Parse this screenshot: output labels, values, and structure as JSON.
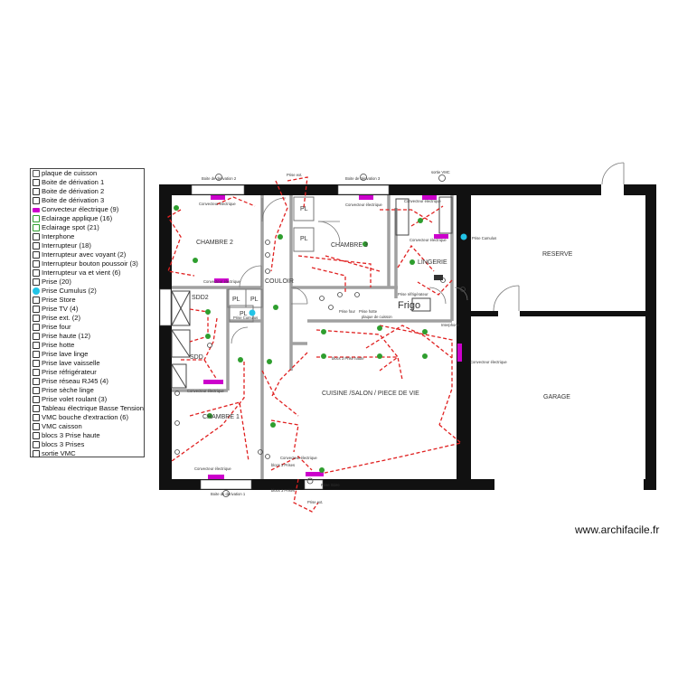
{
  "legend": [
    {
      "label": "plaque de cuisson",
      "icon": "cooktop-icon",
      "color": "#555555"
    },
    {
      "label": "Boite de dérivation 1",
      "icon": "junction-box-icon",
      "color": "#333333"
    },
    {
      "label": "Boite de dérivation 2",
      "icon": "junction-box-icon",
      "color": "#333333"
    },
    {
      "label": "Boite de dérivation 3",
      "icon": "junction-box-icon",
      "color": "#333333"
    },
    {
      "label": "Convecteur électrique (9)",
      "icon": "convector-icon",
      "color": "#cc00cc"
    },
    {
      "label": "Eclairage applique (16)",
      "icon": "wall-light-icon",
      "color": "#2e9e2e"
    },
    {
      "label": "Eclairage spot (21)",
      "icon": "spot-light-icon",
      "color": "#2e9e2e"
    },
    {
      "label": "Interphone",
      "icon": "interphone-icon",
      "color": "#333333"
    },
    {
      "label": "Interrupteur (18)",
      "icon": "switch-icon",
      "color": "#333333"
    },
    {
      "label": "Interrupteur avec voyant (2)",
      "icon": "switch-light-icon",
      "color": "#333333"
    },
    {
      "label": "Interrupteur bouton poussoir (3)",
      "icon": "push-button-icon",
      "color": "#333333"
    },
    {
      "label": "Interrupteur va et vient (6)",
      "icon": "two-way-switch-icon",
      "color": "#333333"
    },
    {
      "label": "Prise (20)",
      "icon": "outlet-icon",
      "color": "#333333"
    },
    {
      "label": "Prise Cumulus (2)",
      "icon": "cumulus-outlet-icon",
      "color": "#22c3e6"
    },
    {
      "label": "Prise Store",
      "icon": "store-outlet-icon",
      "color": "#333333"
    },
    {
      "label": "Prise TV (4)",
      "icon": "tv-outlet-icon",
      "color": "#333333"
    },
    {
      "label": "Prise ext. (2)",
      "icon": "outdoor-outlet-icon",
      "color": "#333333"
    },
    {
      "label": "Prise four",
      "icon": "oven-outlet-icon",
      "color": "#333333"
    },
    {
      "label": "Prise haute (12)",
      "icon": "high-outlet-icon",
      "color": "#333333"
    },
    {
      "label": "Prise hotte",
      "icon": "hood-outlet-icon",
      "color": "#333333"
    },
    {
      "label": "Prise lave linge",
      "icon": "washer-outlet-icon",
      "color": "#333333"
    },
    {
      "label": "Prise lave vaisselle",
      "icon": "dishwasher-outlet-icon",
      "color": "#333333"
    },
    {
      "label": "Prise réfrigérateur",
      "icon": "fridge-outlet-icon",
      "color": "#333333"
    },
    {
      "label": "Prise réseau RJ45 (4)",
      "icon": "rj45-outlet-icon",
      "color": "#333333"
    },
    {
      "label": "Prise sèche linge",
      "icon": "dryer-outlet-icon",
      "color": "#333333"
    },
    {
      "label": "Prise volet roulant (3)",
      "icon": "shutter-outlet-icon",
      "color": "#333333"
    },
    {
      "label": "Tableau électrique Basse Tension",
      "icon": "panel-icon",
      "color": "#333333"
    },
    {
      "label": "VMC bouche d'extraction (6)",
      "icon": "vmc-vent-icon",
      "color": "#333333"
    },
    {
      "label": "VMC caisson",
      "icon": "vmc-box-icon",
      "color": "#333333"
    },
    {
      "label": "blocs 3 Prise haute",
      "icon": "triple-high-outlet-icon",
      "color": "#333333"
    },
    {
      "label": "blocs 3 Prises",
      "icon": "triple-outlet-icon",
      "color": "#333333"
    },
    {
      "label": "sortie VMC",
      "icon": "vmc-exit-icon",
      "color": "#333333"
    }
  ],
  "rooms": {
    "chambre2": "CHAMBRE 2",
    "chambre3": "CHAMBRE 3",
    "chambre1": "CHAMBRE 1",
    "couloir": "COULOIR",
    "lingerie": "LINGERIE",
    "reserve": "RESERVE",
    "garage": "GARAGE",
    "sdd2": "SDD2",
    "sdd": "SDD",
    "cuisine": "CUISINE /SALON / PIECE DE VIE",
    "frigo": "Frigo",
    "pl": "PL"
  },
  "annotations": {
    "boite_derivation_2": "Boite de dérivation 2",
    "boite_derivation_3": "Boite de dérivation 3",
    "boite_derivation_1": "Boite de dérivation 1",
    "prise_ext": "Prise ext.",
    "sortie_vmc": "sortie VMC",
    "convecteur": "Convecteur électrique",
    "prise_cumulus": "Prise Cumulus",
    "prise_refrigerateur": "Prise réfrigérateur",
    "prise_four": "Prise four",
    "prise_hotte": "Prise hotte",
    "plaque_cuisson": "plaque de cuisson",
    "interphone": "Interphone",
    "blocs_3_prise_haute": "blocs 3 Prise haute",
    "blocs_3_prises": "blocs 3 Prises",
    "prise_store": "Prise Store"
  },
  "colors": {
    "wall": "#111111",
    "wire": "#e02020",
    "light": "#2e9e2e",
    "convector": "#cc00cc",
    "cumulus": "#22c3e6",
    "partition": "#a0a0a0"
  },
  "brand": "www.archifacile.fr"
}
